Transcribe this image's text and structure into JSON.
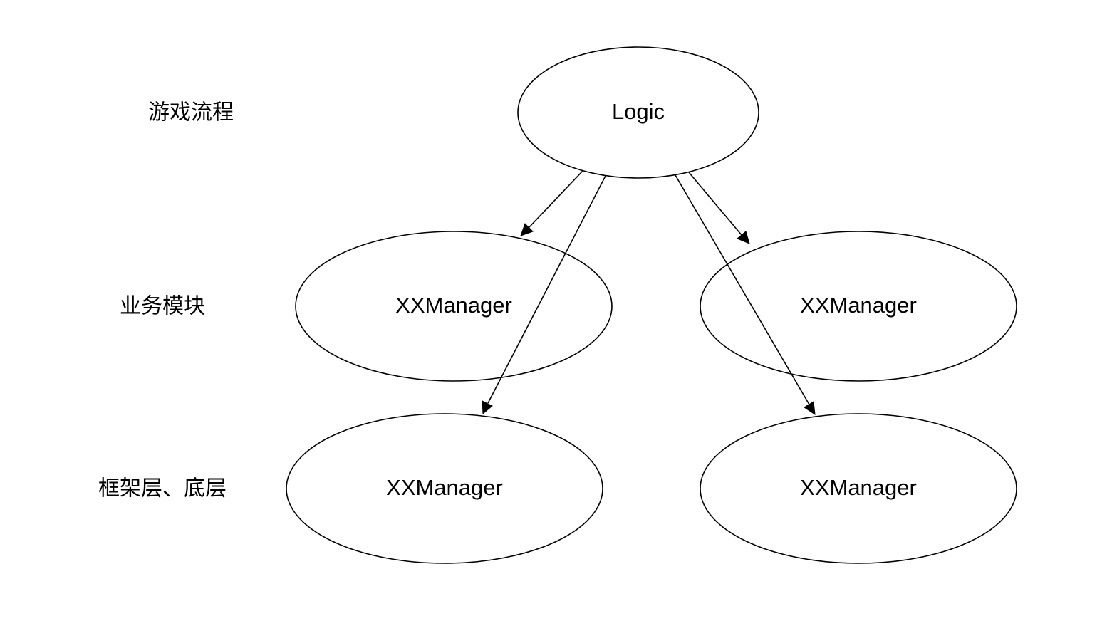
{
  "layers": {
    "top": "游戏流程",
    "middle": "业务模块",
    "bottom": "框架层、底层"
  },
  "nodes": {
    "logic": "Logic",
    "biz_left": "XXManager",
    "biz_right": "XXManager",
    "base_left": "XXManager",
    "base_right": "XXManager"
  },
  "edges": [
    {
      "from": "logic",
      "to": "biz_left"
    },
    {
      "from": "logic",
      "to": "base_left"
    },
    {
      "from": "logic",
      "to": "biz_right"
    },
    {
      "from": "logic",
      "to": "base_right"
    }
  ],
  "colors": {
    "stroke": "#000000",
    "fill": "#ffffff",
    "background": "#ffffff"
  }
}
